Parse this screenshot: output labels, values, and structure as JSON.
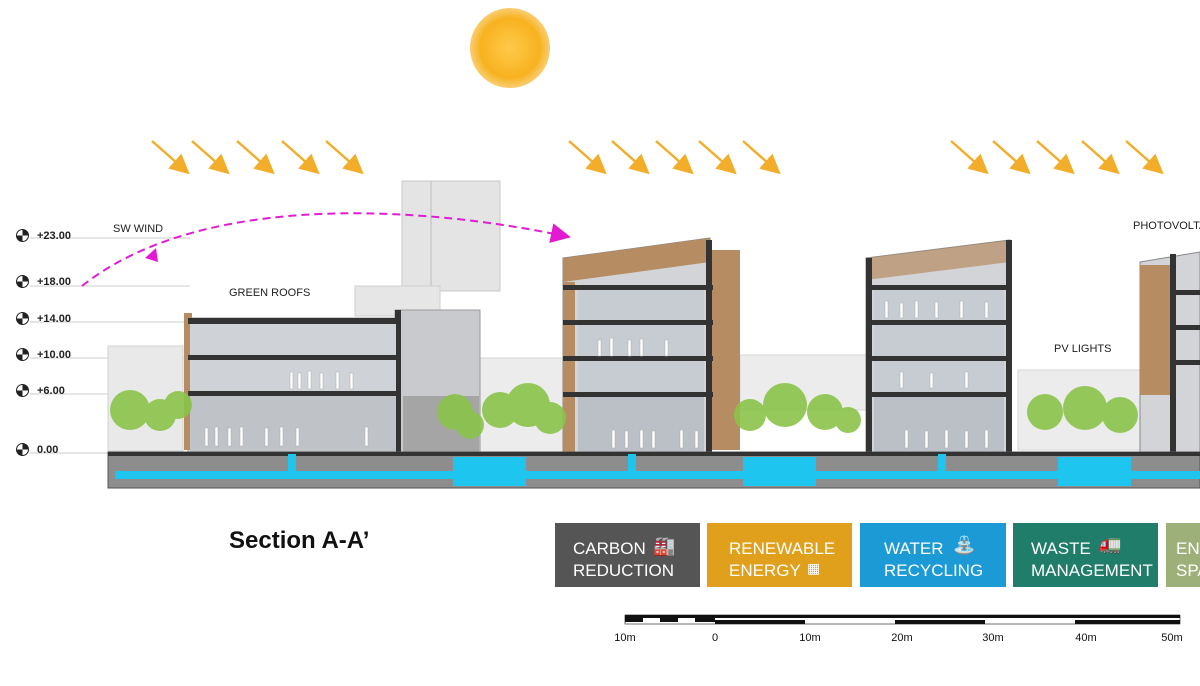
{
  "title": "Section A-A’",
  "labels": {
    "sw_wind": "SW WIND",
    "green_roofs": "GREEN ROOFS",
    "pv_lights": "PV LIGHTS",
    "photovoltaic": "PHOTOVOLTA"
  },
  "levels": [
    "+23.00",
    "+18.00",
    "+14.00",
    "+10.00",
    "+6.00",
    "0.00"
  ],
  "legend": [
    {
      "line1": "CARBON",
      "line2": "REDUCTION",
      "color": "#555555",
      "icon": "factory-icon"
    },
    {
      "line1": "RENEWABLE",
      "line2": "ENERGY",
      "color": "#E0A01B",
      "icon": "solar-panel-icon"
    },
    {
      "line1": "WATER",
      "line2": "RECYCLING",
      "color": "#1C9AD6",
      "icon": "water-tap-icon"
    },
    {
      "line1": "WASTE",
      "line2": "MANAGEMENT",
      "color": "#1F7D6A",
      "icon": "garbage-truck-icon"
    },
    {
      "line1": "ENV",
      "line2": "SPA",
      "color": "#9DB07A",
      "icon": ""
    }
  ],
  "scale": [
    "10m",
    "0",
    "10m",
    "20m",
    "30m",
    "40m",
    "50m"
  ],
  "colors": {
    "sun": "#F7B21F",
    "arrows": "#F2AE2A",
    "wind": "#E21BD3",
    "water": "#1EC5EE",
    "timber": "#B68D62"
  }
}
